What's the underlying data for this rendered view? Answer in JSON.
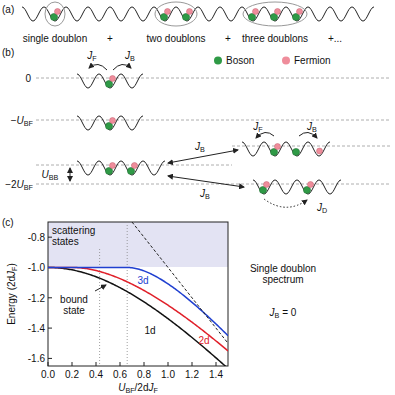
{
  "diagram": {
    "nodes": [
      {
        "text": [
          "scattering states"
        ]
      }
    ],
    "labels": [
      "(a)",
      "single doublon",
      "+",
      "two doublons",
      "+",
      "three doublons",
      "+...",
      "(b)",
      "JF",
      "JB",
      "0",
      "−UBF",
      "UBB",
      "−2UBF",
      "JB",
      "JF",
      "JB",
      "JB",
      "JD",
      "(c)",
      "-0.8",
      "-1.0",
      "-1.2",
      "-1.4",
      "-1.6",
      "bound state",
      "3d",
      "2d",
      "1d",
      "0.0",
      "0.2",
      "0.4",
      "0.6",
      "0.8",
      "1.0",
      "1.2",
      "1.4",
      "UBF/2dJF",
      "Energy (2dJF)",
      "Single doublon spectrum",
      "JB = 0"
    ],
    "legend": [
      {
        "text": "Boson",
        "color": "#2f9a46"
      },
      {
        "text": "Fermion",
        "color": "#ef8d9b"
      }
    ]
  }
}
